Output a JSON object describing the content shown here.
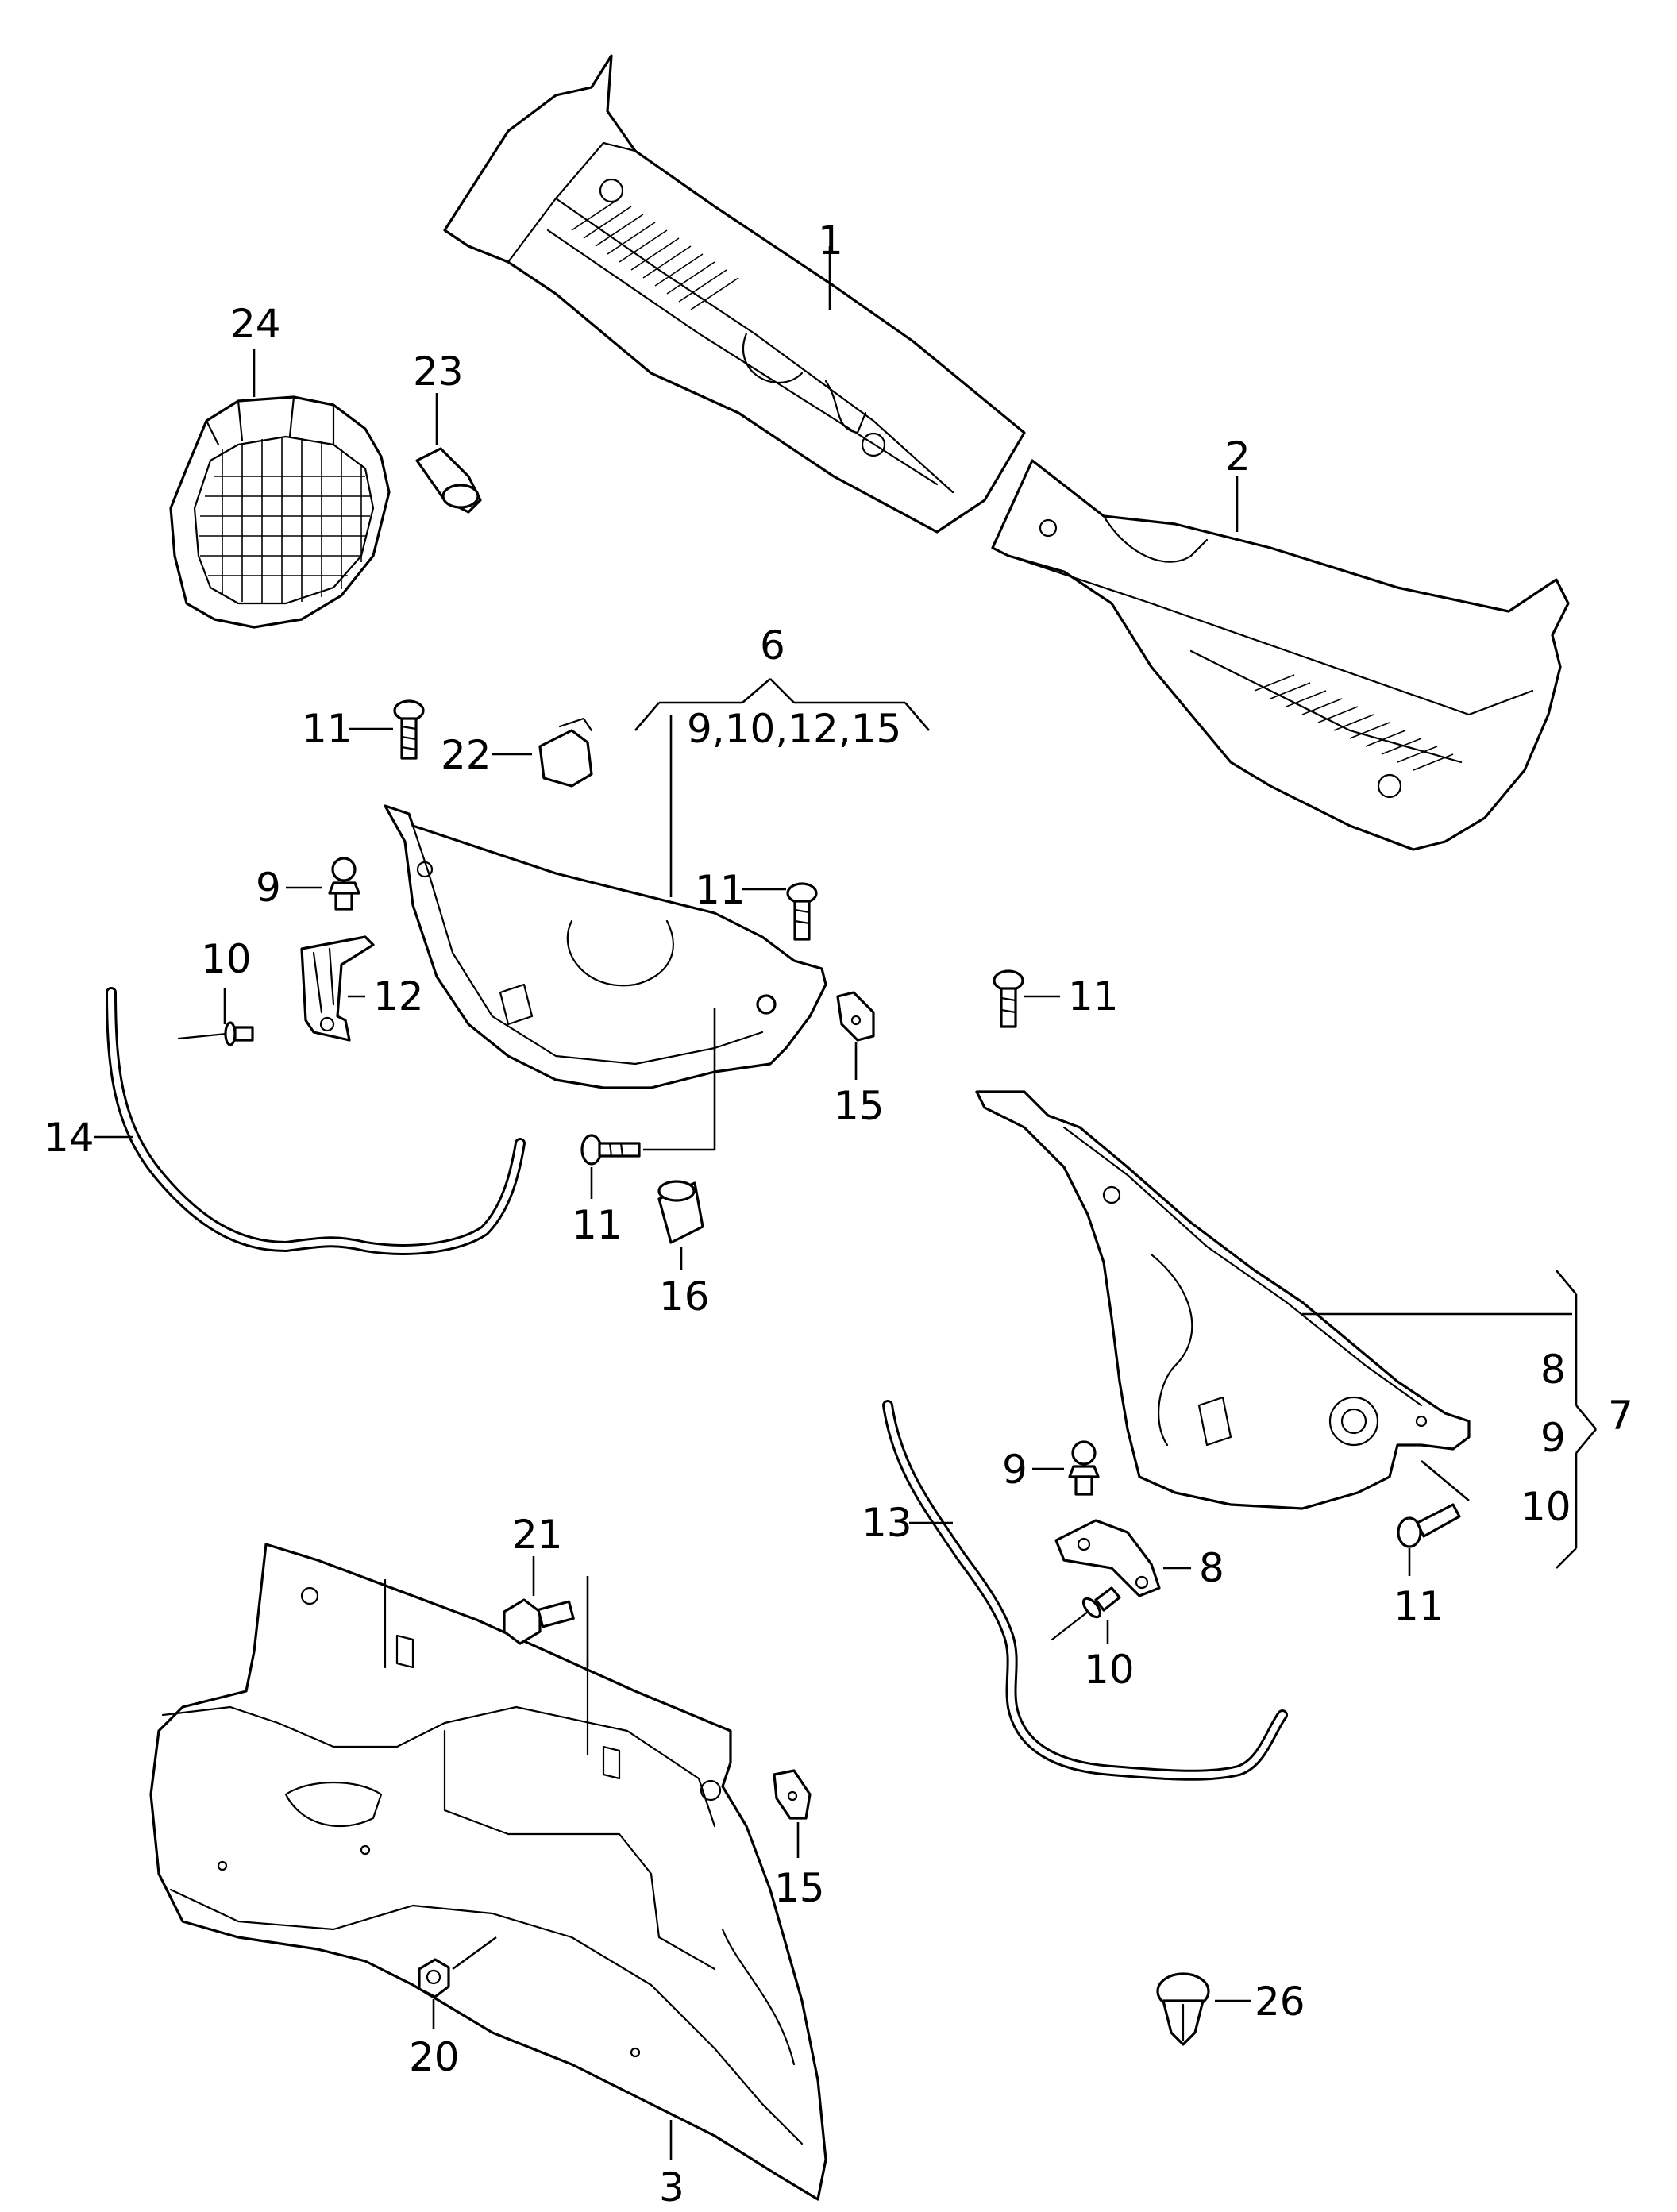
{
  "callouts": {
    "c1": "1",
    "c2": "2",
    "c3": "3",
    "c6": "6",
    "c6_sub": "9,10,12,15",
    "c7": "7",
    "c7_sub_8": "8",
    "c7_sub_9": "9",
    "c7_sub_10": "10",
    "c8": "8",
    "c9a": "9",
    "c9b": "9",
    "c10a": "10",
    "c10b": "10",
    "c11a": "11",
    "c11b": "11",
    "c11c": "11",
    "c11d": "11",
    "c11e": "11",
    "c12": "12",
    "c13": "13",
    "c14": "14",
    "c15a": "15",
    "c15b": "15",
    "c16": "16",
    "c20": "20",
    "c21": "21",
    "c22": "22",
    "c23": "23",
    "c24": "24",
    "c26": "26"
  }
}
